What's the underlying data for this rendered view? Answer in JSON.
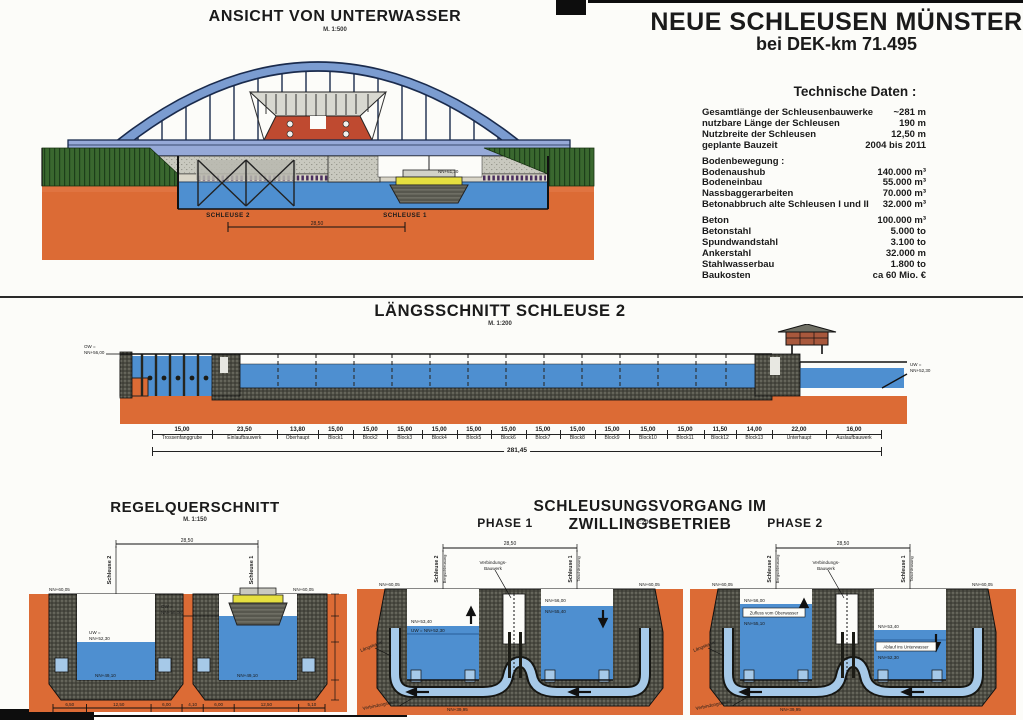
{
  "page": {
    "title_line1": "NEUE SCHLEUSEN MÜNSTER",
    "title_line2": "bei DEK-km 71.495"
  },
  "tech_data": {
    "heading": "Technische Daten :",
    "rows": [
      {
        "label": "Gesamtlänge der Schleusenbauwerke",
        "value": "~281 m",
        "gap": false
      },
      {
        "label": "nutzbare Länge der Schleusen",
        "value": "190 m",
        "gap": false
      },
      {
        "label": "Nutzbreite der Schleusen",
        "value": "12,50 m",
        "gap": false
      },
      {
        "label": "geplante Bauzeit",
        "value": "2004 bis 2011",
        "gap": false
      },
      {
        "label": "Bodenbewegung :",
        "value": "",
        "gap": true
      },
      {
        "label": "Bodenaushub",
        "value": "140.000 m³",
        "gap": false
      },
      {
        "label": "Bodeneinbau",
        "value": "55.000 m³",
        "gap": false
      },
      {
        "label": "Nassbaggerarbeiten",
        "value": "70.000 m³",
        "gap": false
      },
      {
        "label": "Betonabbruch alte Schleusen I und II",
        "value": "32.000 m³",
        "gap": false
      },
      {
        "label": "Beton",
        "value": "100.000 m³",
        "gap": true
      },
      {
        "label": "Betonstahl",
        "value": "5.000 to",
        "gap": false
      },
      {
        "label": "Spundwandstahl",
        "value": "3.100 to",
        "gap": false
      },
      {
        "label": "Ankerstahl",
        "value": "32.000 m",
        "gap": false
      },
      {
        "label": "Stahlwasserbau",
        "value": "1.800 to",
        "gap": false
      },
      {
        "label": "Baukosten",
        "value": "ca 60 Mio. €",
        "gap": false
      }
    ]
  },
  "ansicht": {
    "title": "ANSICHT VON UNTERWASSER",
    "scale": "M. 1:500",
    "schleuse2": "SCHLEUSE 2",
    "schleuse1": "SCHLEUSE 1",
    "dim": "28,50",
    "elev_deck": "NN+61,30"
  },
  "laengsschnitt": {
    "title": "LÄNGSSCHNITT SCHLEUSE 2",
    "scale": "M. 1:200",
    "ow_label": "OW =",
    "ow_value": "NN+56,00",
    "uw_label": "UW =",
    "uw_value": "NN+52,30",
    "total": "281,45",
    "segments": [
      {
        "dim": "15,00",
        "label": "Trossenfanggrube",
        "w": 15
      },
      {
        "dim": "23,50",
        "label": "Einlaufbauwerk",
        "w": 23.5
      },
      {
        "dim": "13,80",
        "label": "Oberhaupt",
        "w": 13.8
      },
      {
        "dim": "15,00",
        "label": "Block1",
        "w": 15
      },
      {
        "dim": "15,00",
        "label": "Block2",
        "w": 15
      },
      {
        "dim": "15,00",
        "label": "Block3",
        "w": 15
      },
      {
        "dim": "15,00",
        "label": "Block4",
        "w": 15
      },
      {
        "dim": "15,00",
        "label": "Block5",
        "w": 15
      },
      {
        "dim": "15,00",
        "label": "Block6",
        "w": 15
      },
      {
        "dim": "15,00",
        "label": "Block7",
        "w": 15
      },
      {
        "dim": "15,00",
        "label": "Block8",
        "w": 15
      },
      {
        "dim": "15,00",
        "label": "Block9",
        "w": 15
      },
      {
        "dim": "15,00",
        "label": "Block10",
        "w": 15
      },
      {
        "dim": "15,00",
        "label": "Block11",
        "w": 15
      },
      {
        "dim": "11,50",
        "label": "Block12",
        "w": 11.5
      },
      {
        "dim": "14,00",
        "label": "Block13",
        "w": 14
      },
      {
        "dim": "22,00",
        "label": "Unterhaupt",
        "w": 22
      },
      {
        "dim": "16,00",
        "label": "Auslaufbauwerk",
        "w": 16
      }
    ]
  },
  "querschnitt": {
    "title": "REGELQUERSCHNITT",
    "scale": "M. 1:150",
    "schleuse2": "Schleuse 2",
    "schleuse1": "Schleuse 1",
    "dim_top": "28,50",
    "elev_wall_left": "NN+60,05",
    "elev_wall_right": "NN+60,05",
    "ow_label": "OW =",
    "ow_value": "NN+56,00",
    "uw_label": "UW =",
    "uw_value": "NN+52,30",
    "floor_left": "NN+49,10",
    "floor_right": "NN+49,10",
    "bottom_dims": [
      "6,50",
      "12,50",
      "6,00",
      "4,10",
      "6,00",
      "12,50",
      "5,10"
    ]
  },
  "vorgang": {
    "title": "SCHLEUSUNGSVORGANG IM ZWILLINGSBETRIEB",
    "scale": "M. 1:200",
    "phase1": {
      "label": "PHASE 1",
      "s2": "Schleuse 2",
      "s2_sub": "Bergschleusung",
      "s1": "Schleuse 1",
      "s1_sub": "Talschleusung",
      "dim_top": "28,50",
      "vb1": "Verbindungs-",
      "vb2": "Bauwerk",
      "wall_left": "NN+60,05",
      "wall_right": "NN+60,05",
      "lvl_left_a": "NN+53,40",
      "lvl_left_b": "UW = NN+52,30",
      "lvl_right_a": "NN+56,00",
      "lvl_right_b": "NN+55,40",
      "laengskanal": "Längskanal",
      "verbindungskanal": "Verbindungskanal",
      "floor": "NN+39,95"
    },
    "phase2": {
      "label": "PHASE 2",
      "s2": "Schleuse 2",
      "s2_sub": "Bergschleusung",
      "s1": "Schleuse 1",
      "s1_sub": "Talschleusung",
      "dim_top": "28,50",
      "vb1": "Verbindungs-",
      "vb2": "Bauwerk",
      "wall_left": "NN+60,05",
      "wall_right": "NN+60,05",
      "lvl_left_a": "NN+56,00",
      "lvl_left_b": "NN+55,10",
      "box_left": "Zufluss vom Oberwasser",
      "lvl_right_a": "NN+53,40",
      "lvl_right_b": "NN+52,30",
      "box_right": "Ablauf ins Unterwasser",
      "laengskanal": "Längskanal",
      "verbindungskanal": "Verbindungskanal",
      "floor": "NN+39,95"
    }
  }
}
